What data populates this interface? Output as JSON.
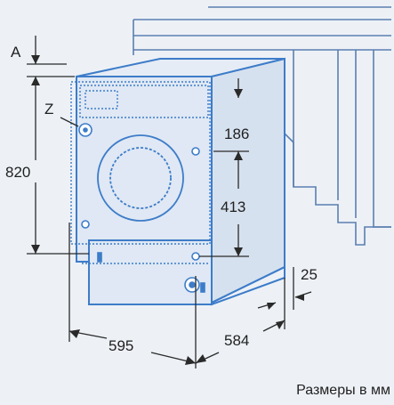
{
  "labels": {
    "a": "A",
    "z": "Z",
    "height_820": "820",
    "height_186": "186",
    "height_413": "413",
    "width_595": "595",
    "depth_584": "584",
    "gap_25": "25"
  },
  "caption": "Размеры в мм",
  "colors": {
    "background": "#edf1f6",
    "machine_outline": "#3d7cc9",
    "cabinet_outline": "#5b7fb0",
    "dimension_lines": "#2a2a2a",
    "text": "#1f1f1f"
  }
}
